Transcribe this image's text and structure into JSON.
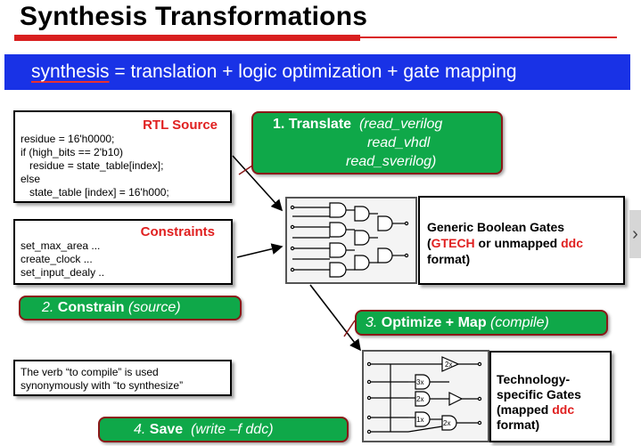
{
  "title": "Synthesis Transformations",
  "banner": {
    "word": "synthesis",
    "rest": " = translation + logic optimization + gate mapping"
  },
  "rtl": {
    "title": "RTL Source",
    "lines": [
      "residue = 16'h0000;",
      "if (high_bits == 2'b10)",
      "   residue = state_table[index];",
      "else",
      "   state_table [index] = 16'h000;"
    ]
  },
  "constraints": {
    "title": "Constraints",
    "lines": [
      "set_max_area ...",
      "create_clock ...",
      "set_input_dealy .."
    ]
  },
  "verb_note": {
    "line1": "The verb “to compile” is used",
    "line2": "synonymously with “to synthesize”"
  },
  "steps": {
    "translate": {
      "label": "1.  Translate",
      "cmd1": "(read_verilog",
      "cmd2": "read_vhdl",
      "cmd3": "read_sverilog)"
    },
    "constrain": {
      "number": "2.",
      "label": "Constrain",
      "cmd": "(source)"
    },
    "optimize": {
      "number": "3.",
      "label": "Optimize + Map",
      "cmd": "(compile)"
    },
    "save": {
      "number": "4.",
      "label": "Save",
      "cmd": "(write –f ddc)"
    }
  },
  "generic": {
    "line1": "Generic Boolean Gates",
    "open_paren": "(",
    "gtech": "GTECH",
    "middle": " or unmapped ",
    "ddc": "ddc",
    "line3": "format)"
  },
  "tech": {
    "line1": "Technology-",
    "line2": "specific Gates",
    "line3_a": "(mapped ",
    "ddc": "ddc",
    "line4": "format)"
  },
  "gate_labels": [
    "2x",
    "3x",
    "2x",
    "1x",
    "2x"
  ],
  "nav": {
    "chevron": "›"
  },
  "colors": {
    "accent_red": "#d91f1f",
    "banner_blue": "#1932e6",
    "step_green": "#0fa849"
  }
}
